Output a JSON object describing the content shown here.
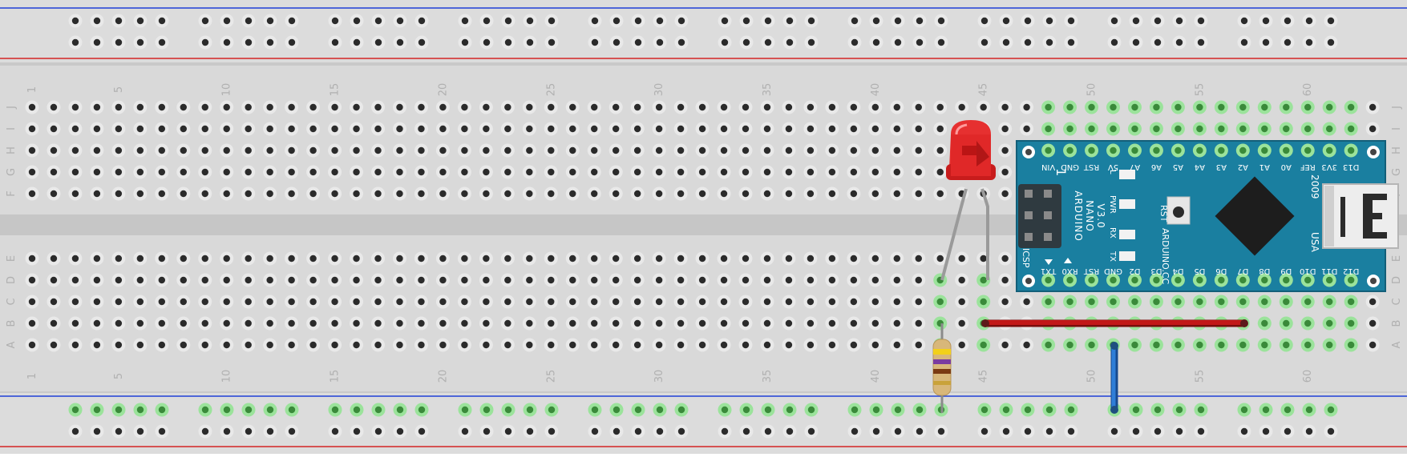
{
  "breadboard": {
    "column_count": 63,
    "column_labels": [
      "1",
      "5",
      "10",
      "15",
      "20",
      "25",
      "30",
      "35",
      "40",
      "45",
      "50",
      "55",
      "60"
    ],
    "row_labels_top": [
      "J",
      "I",
      "H",
      "G",
      "F"
    ],
    "row_labels_bottom": [
      "E",
      "D",
      "C",
      "B",
      "A"
    ],
    "rail_colors": {
      "negative": "#1f3fd6",
      "positive": "#d42424"
    }
  },
  "arduino": {
    "board_lines": [
      "ARDUINO",
      "NANO",
      "V3.0"
    ],
    "site": "ARDUINO.CC",
    "country": "USA",
    "year": "2009",
    "icsp": "ICSP",
    "pin1": "1",
    "reset_label": "RST",
    "led_labels": [
      "L",
      "PWR",
      "RX",
      "TX"
    ],
    "top_pins": [
      "VIN",
      "GND",
      "RST",
      "5V",
      "A7",
      "A6",
      "A5",
      "A4",
      "A3",
      "A2",
      "A1",
      "A0",
      "REF",
      "3V3",
      "D13"
    ],
    "bottom_pins": [
      "TX1",
      "RX0",
      "RST",
      "GND",
      "D2",
      "D3",
      "D4",
      "D5",
      "D6",
      "D7",
      "D8",
      "D9",
      "D10",
      "D11",
      "D12"
    ],
    "color": "#1a7fa0"
  },
  "components": {
    "led": {
      "color": "red",
      "anode_column": 45,
      "cathode_column": 43
    },
    "resistor": {
      "bands": [
        "yellow",
        "violet",
        "brown",
        "gold"
      ],
      "column": 43
    },
    "wires": [
      {
        "color": "red",
        "from": "B45",
        "to": "B57"
      },
      {
        "color": "blue",
        "from": "A51",
        "to": "GND rail"
      }
    ]
  }
}
